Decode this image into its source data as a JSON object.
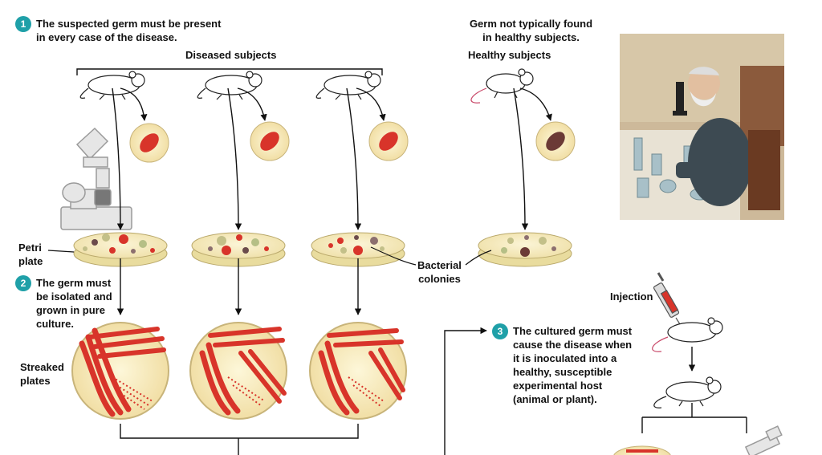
{
  "step1": {
    "number": "1",
    "text_line1": "The suspected germ must be present",
    "text_line2": "in every case of the disease."
  },
  "diseased_label": "Diseased subjects",
  "healthy_top_line1": "Germ not typically found",
  "healthy_top_line2": "in healthy subjects.",
  "healthy_label": "Healthy subjects",
  "petri_line1": "Petri",
  "petri_line2": "plate",
  "step2": {
    "number": "2",
    "line1": "The germ must",
    "line2": "be isolated and",
    "line3": "grown in pure",
    "line4": "culture."
  },
  "colonies_line1": "Bacterial",
  "colonies_line2": "colonies",
  "injection_label": "Injection",
  "streaked_line1": "Streaked",
  "streaked_line2": "plates",
  "step3": {
    "number": "3",
    "line1": "The cultured germ must",
    "line2": "cause the disease when",
    "line3": "it is inoculated into a",
    "line4": "healthy, susceptible",
    "line5": "experimental host",
    "line6": "(animal or plant)."
  },
  "colors": {
    "accent": "#1fa0a8",
    "bacteria_red": "#d8342a",
    "healthy_bacteria": "#6b3a36",
    "agar": "#f4ecc6"
  }
}
